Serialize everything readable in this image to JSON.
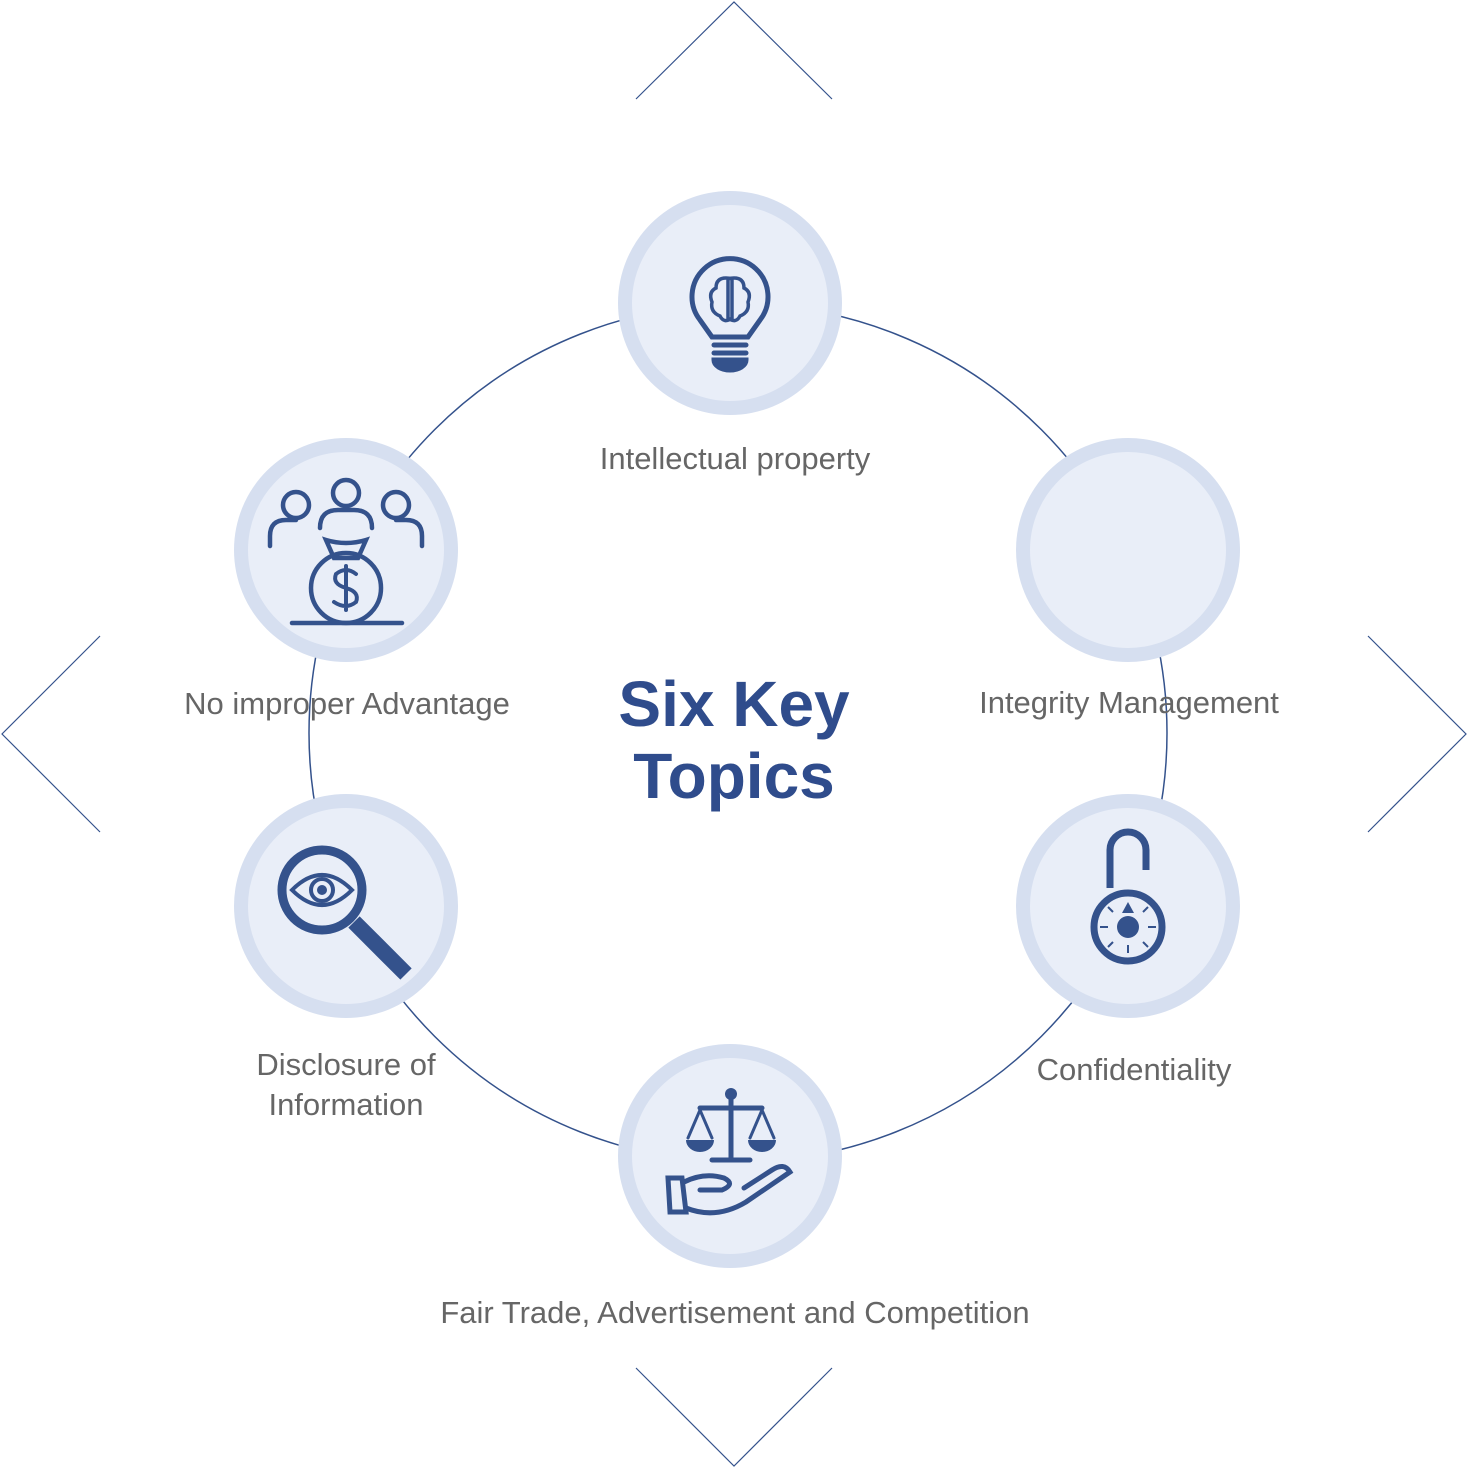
{
  "title": {
    "line1": "Six Key",
    "line2": "Topics"
  },
  "topics": [
    {
      "label": "Intellectual property",
      "icon": "lightbulb-brain-icon"
    },
    {
      "label": "Integrity Management",
      "icon": "none"
    },
    {
      "label": "Confidentiality",
      "icon": "combination-lock-icon"
    },
    {
      "label": "Fair Trade, Advertisement and Competition",
      "icon": "scales-hand-icon"
    },
    {
      "label_line1": "Disclosure of",
      "label_line2": "Information",
      "icon": "magnifier-eye-icon"
    },
    {
      "label": "No improper Advantage",
      "icon": "people-money-bag-icon"
    }
  ],
  "colors": {
    "accent": "#34528c",
    "ring_outer": "#d6dff0",
    "ring_inner": "#e9eef8",
    "text": "#666666"
  }
}
